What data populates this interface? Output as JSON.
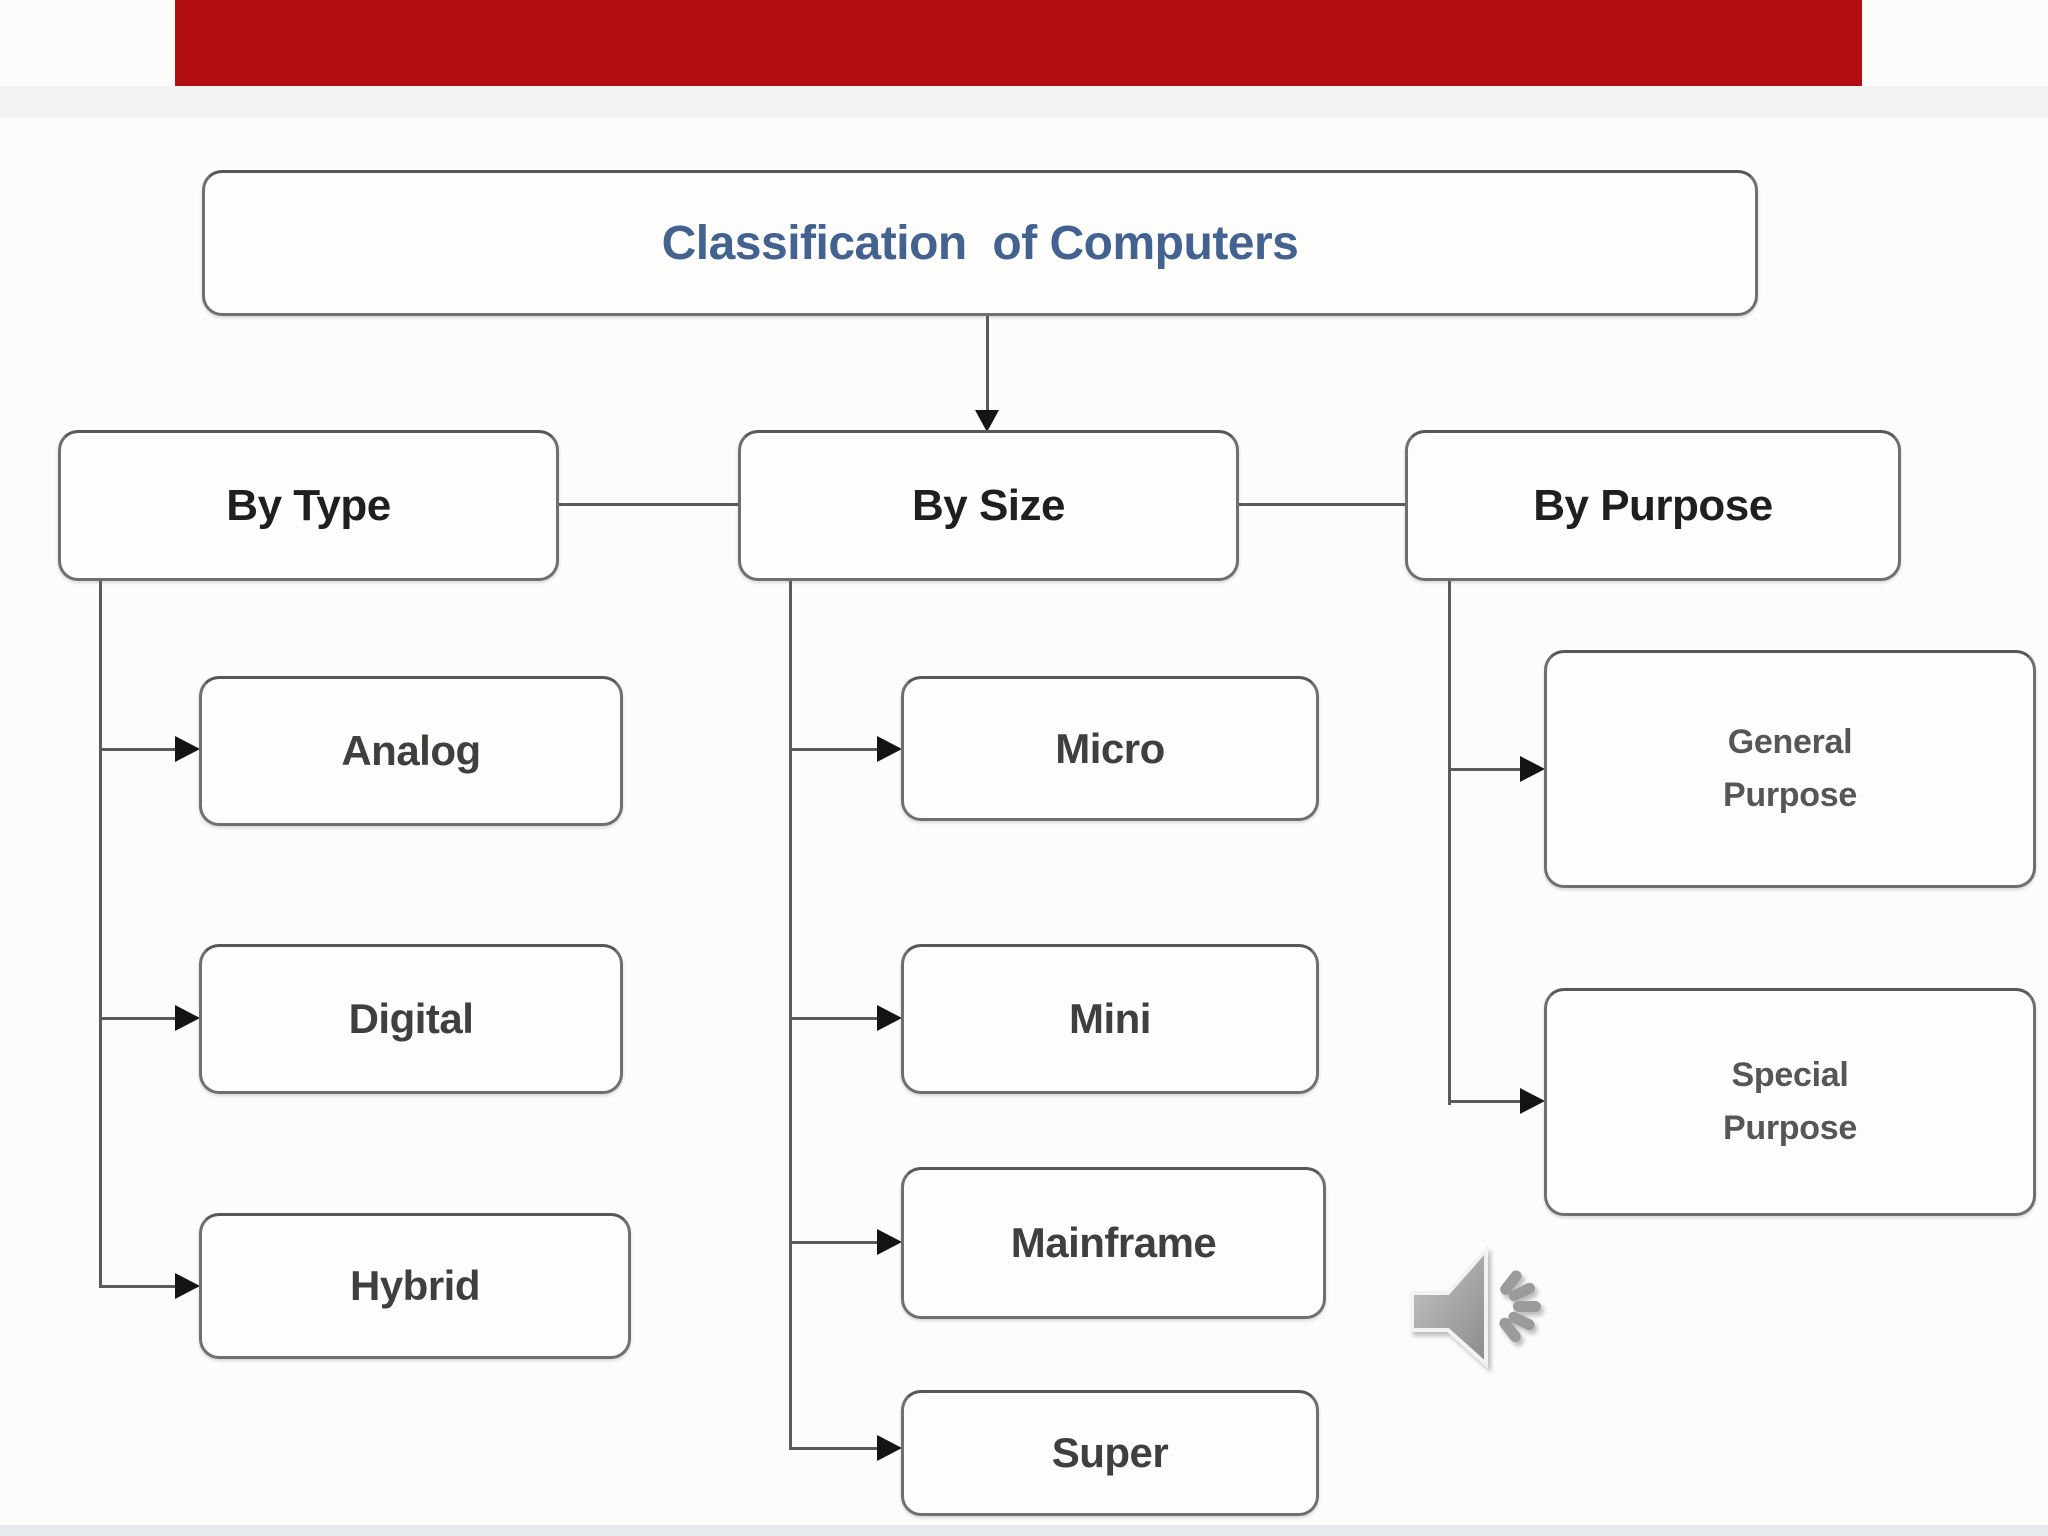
{
  "title": {
    "label": "Classification  of Computers"
  },
  "diagram": {
    "categories": [
      {
        "label": "By Type",
        "children": [
          "Analog",
          "Digital",
          "Hybrid"
        ]
      },
      {
        "label": "By Size",
        "children": [
          "Micro",
          "Mini",
          "Mainframe",
          "Super"
        ]
      },
      {
        "label": "By Purpose",
        "children": [
          "General Purpose",
          "Special Purpose"
        ]
      }
    ]
  },
  "icons": {
    "speaker": "speaker-with-sound-waves"
  },
  "colors": {
    "accent_red": "#b30d12",
    "title_blue": "#44628f",
    "box_border": "#6f6f6f",
    "connector_grey": "#5a5a5a",
    "bottom_bar": "#e6e9ee"
  }
}
